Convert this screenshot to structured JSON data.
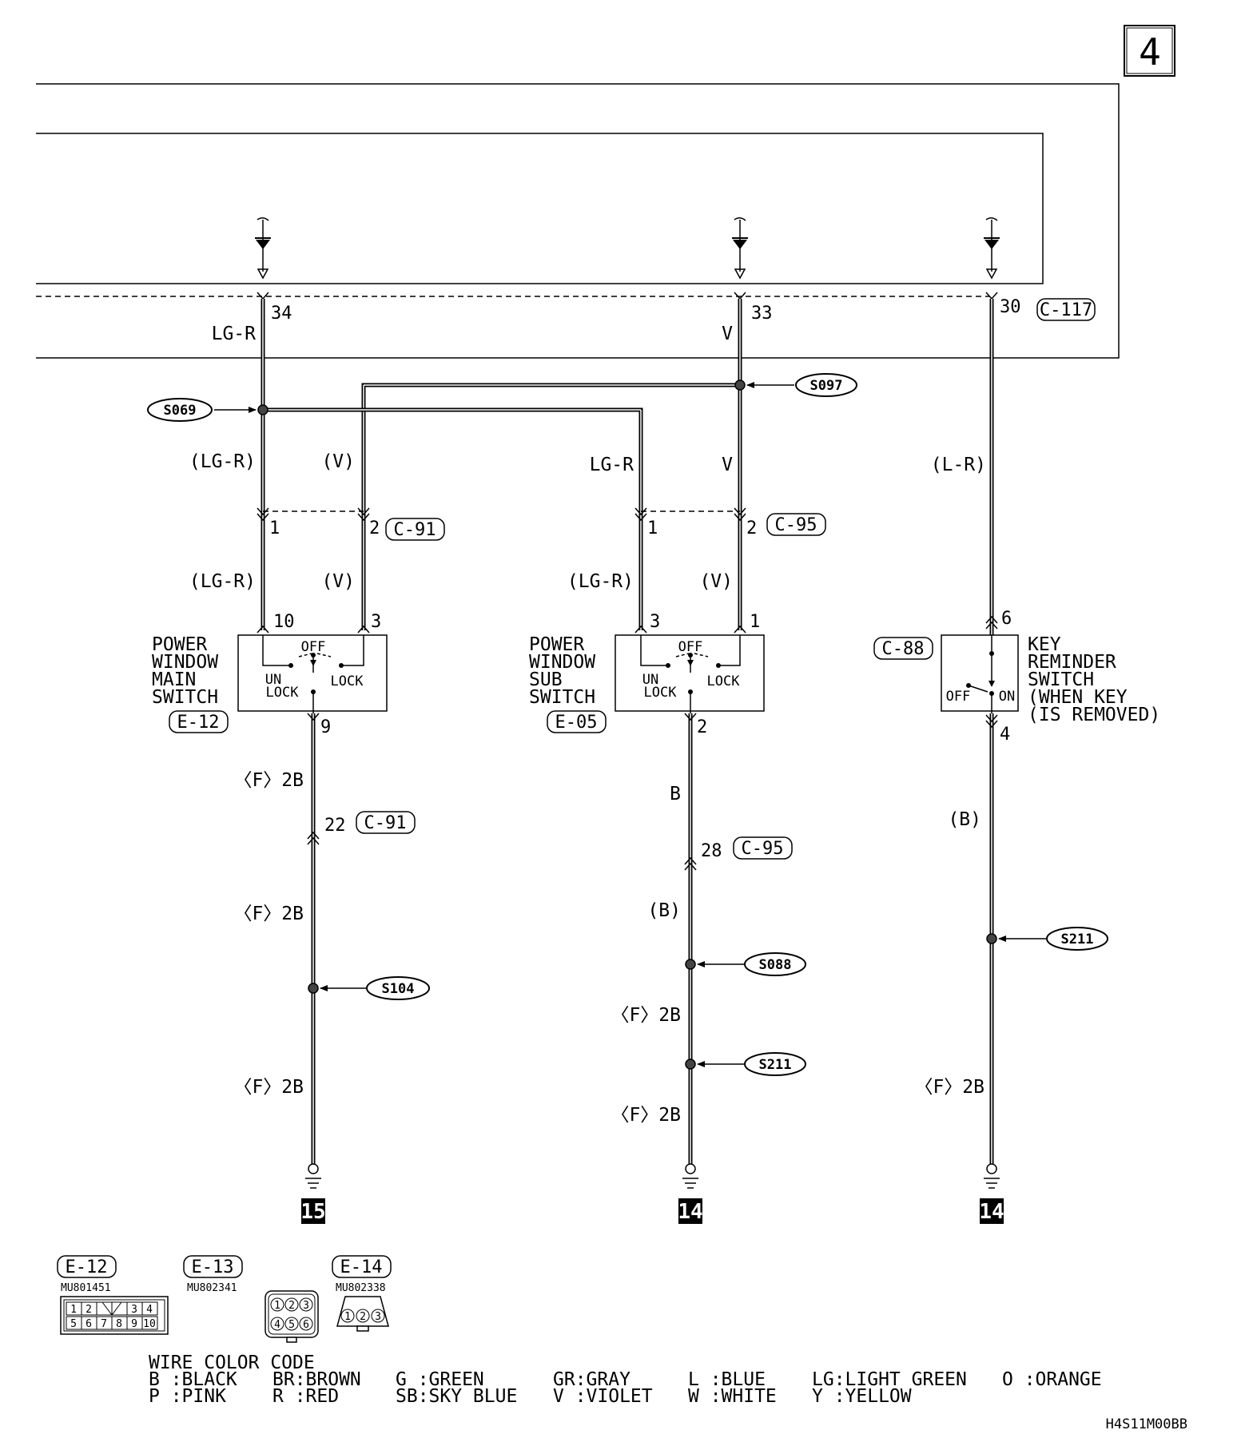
{
  "page_number": "4",
  "drawing_code": "H4S11M00BB",
  "connector_c117": "C-117",
  "ecu_pins": [
    "34",
    "33",
    "30"
  ],
  "wire_labels": {
    "top_lgr": "LG-R",
    "top_v": "V",
    "main_lgr_1": "(LG-R)",
    "main_v_1": "(V)",
    "sub_lgr_1": "LG-R",
    "sub_v_1": "V",
    "key_lr": "(L-R)",
    "main_lgr_2": "(LG-R)",
    "main_v_2": "(V)",
    "sub_lgr_2": "(LG-R)",
    "sub_v_2": "(V)",
    "main_f2b_1": "〈F〉2B",
    "main_f2b_2": "〈F〉2B",
    "main_f2b_3": "〈F〉2B",
    "sub_b": "B",
    "sub_b_paren": "(B)",
    "sub_f2b_1": "〈F〉2B",
    "sub_f2b_2": "〈F〉2B",
    "key_b": "(B)",
    "key_f2b": "〈F〉2B"
  },
  "splices": {
    "s069": "S069",
    "s097": "S097",
    "s104": "S104",
    "s088": "S088",
    "s211_sub": "S211",
    "s211_key": "S211"
  },
  "connectors": {
    "c91_top": {
      "name": "C-91",
      "pin1": "1",
      "pin2": "2"
    },
    "c95_top": {
      "name": "C-95",
      "pin1": "1",
      "pin2": "2"
    },
    "c91_low": {
      "name": "C-91",
      "pin": "22"
    },
    "c95_low": {
      "name": "C-95",
      "pin": "28"
    }
  },
  "main_switch": {
    "name_lines": [
      "POWER",
      "WINDOW",
      "MAIN",
      "SWITCH"
    ],
    "connector": "E-12",
    "pin_left": "10",
    "pin_right": "3",
    "pin_bottom": "9",
    "off": "OFF",
    "un": "UN",
    "lock_left": "LOCK",
    "lock_right": "LOCK"
  },
  "sub_switch": {
    "name_lines": [
      "POWER",
      "WINDOW",
      "SUB",
      "SWITCH"
    ],
    "connector": "E-05",
    "pin_left": "3",
    "pin_right": "1",
    "pin_bottom": "2",
    "off": "OFF",
    "un": "UN",
    "lock_left": "LOCK",
    "lock_right": "LOCK"
  },
  "key_switch": {
    "name_lines": [
      "KEY",
      "REMINDER",
      "SWITCH",
      "(WHEN KEY",
      "(IS REMOVED)"
    ],
    "connector": "C-88",
    "pin_top": "6",
    "pin_bottom": "4",
    "off": "OFF",
    "on": "ON"
  },
  "grounds": [
    "15",
    "14",
    "14"
  ],
  "connector_views": [
    {
      "name": "E-12",
      "part": "MU801451",
      "pins_top": [
        "1",
        "2",
        "3",
        "4"
      ],
      "pins_bottom": [
        "5",
        "6",
        "7",
        "8",
        "9",
        "10"
      ]
    },
    {
      "name": "E-13",
      "part": "MU802341",
      "pins": [
        "1",
        "2",
        "3",
        "4",
        "5",
        "6"
      ]
    },
    {
      "name": "E-14",
      "part": "MU802338",
      "pins": [
        "1",
        "2",
        "3"
      ]
    }
  ],
  "wire_color_code": {
    "title": "WIRE COLOR CODE",
    "row1": [
      "B :BLACK",
      "BR:BROWN",
      "G :GREEN",
      "GR:GRAY",
      "L :BLUE",
      "LG:LIGHT GREEN",
      "O :ORANGE"
    ],
    "row2": [
      "P :PINK",
      "R :RED",
      "SB:SKY BLUE",
      "V :VIOLET",
      "W :WHITE",
      "Y :YELLOW"
    ]
  }
}
